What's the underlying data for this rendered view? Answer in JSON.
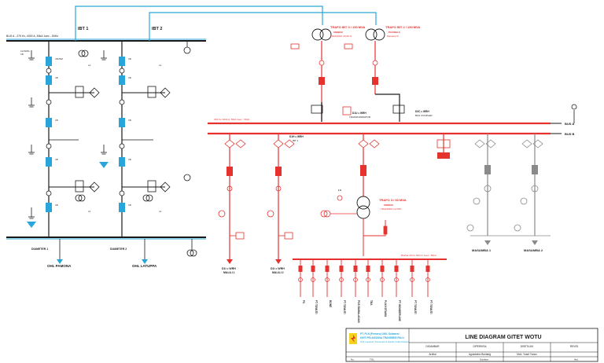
{
  "labels": {
    "ibt1": "IBT 1",
    "ibt2": "IBT 2",
    "bus_left": "BUS A - 275 Kv, 4000 A, 50kA 1sec - 50Hz",
    "trafo_ibt3": "TRAFO IBT 3 / 150 MVA",
    "trafo_ibt3_sub": "UNINDO",
    "trafo_ibt3_sub2": "TRAFINDO 43,66 %",
    "trafo_ibt2": "TRAFO IBT 2 / 150 MVA",
    "trafo_ibt2_sub": "PAUWELS",
    "trafo_ibt2_sub2": "Pauwels %",
    "bus_a": "BUS A",
    "bus_b": "BUS B",
    "bus_right_rating": "150 Kv, 4000 A, 50kA 1sec - 50Hz",
    "coupler": "D3C = WRH",
    "coupler2": "BUS COUPLER",
    "bay_trafo": "D1U = WRH",
    "bay_trafo2": "TRANSFORMATOR",
    "bay_ibt1": "D1H = WRH",
    "bay_ibt1_2": "IBT 1",
    "trafo_dist": "TRAFO 3 / 60 MVA",
    "trafo_dist_sub": "UNINDO",
    "trafo_dist_sub2": "TRAFINDO 12,53%",
    "bus_20kv": "Busbar 20 Kv 630 A / 1sec - 50Hz",
    "diameter1": "DIAMETER 1",
    "diameter2": "DIAMETER 2",
    "ohl_pamona": "OHL PAMONA",
    "ohl_latuppa": "OHL LATUPPA",
    "bay_malili1": "D1I = WRH",
    "bay_malili1_2": "MALILI 1",
    "bay_malili2": "D1I = WRH",
    "bay_malili2_2": "MALILI 2",
    "masamba1": "MASAMBA 1",
    "masamba2": "MASAMBA 2",
    "feeders": [
      "PS",
      "PT TOWUTI",
      "BONE",
      "PT TOWUTI",
      "POS BAWALAGAN",
      "TBA",
      "PLN KOTAWU",
      "PT WONDERLINE",
      "PT TOWUTI",
      "PT TOWUTI"
    ],
    "title": "LINE DIAGRAM GITET WOTU",
    "company1": "PT. PLN (Persero) UIKL Sulawesi",
    "company2": "UNIT PELAKSANA TRANSMISI PALU",
    "company3": "Unit Layanan Transmisi & Gardu Induk Palopo",
    "footer_labels": [
      "DIGAMBAR",
      "DIPERIKSA",
      "DISETUJUI",
      "REVISI"
    ],
    "footer_names": [
      "Ardhal",
      "Agusdalvic Bontang",
      "Moh. Yusuf Yunus",
      ""
    ],
    "footer_bottom": [
      "No.",
      "TGL.",
      "Gambar",
      "Hal."
    ]
  },
  "colors": {
    "black": "#1a1a1a",
    "red": "#e5322e",
    "cyan": "#29a6d9",
    "gray": "#8a8a8a",
    "yellow": "#f5d21c"
  }
}
